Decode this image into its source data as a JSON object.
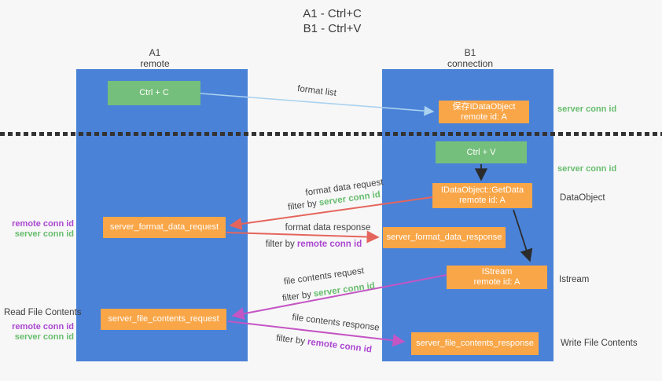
{
  "title": {
    "line1": "A1 - Ctrl+C",
    "line2": "B1 - Ctrl+V"
  },
  "lanes": {
    "left": {
      "name": "A1",
      "role": "remote"
    },
    "right": {
      "name": "B1",
      "role": "connection"
    }
  },
  "boxes": {
    "ctrl_c": {
      "label": "Ctrl + C"
    },
    "ctrl_v": {
      "label": "Ctrl + V"
    },
    "save_idataobject": {
      "line1": "保存IDataObject",
      "line2": "remote id: A"
    },
    "getdata": {
      "line1": "IDataObject::GetData",
      "line2": "remote id: A"
    },
    "istream": {
      "line1": "IStream",
      "line2": "remote id: A"
    },
    "format_request": {
      "label": "server_format_data_request"
    },
    "format_response": {
      "label": "server_format_data_response"
    },
    "file_request": {
      "label": "server_file_contents_request"
    },
    "file_response": {
      "label": "server_file_contents_response"
    }
  },
  "side_labels": {
    "server_conn_id_top": "server conn id",
    "server_conn_id_mid": "server conn id",
    "dataobject": "DataObject",
    "istream": "Istream",
    "write_file_contents": "Write File Contents",
    "read_file_contents": "Read File Contents",
    "remote_conn_id_1": "remote conn id",
    "server_conn_id_1": "server conn id",
    "remote_conn_id_2": "remote conn id",
    "server_conn_id_2": "server conn id"
  },
  "arrows": {
    "format_list": {
      "label": "format list"
    },
    "format_data_request": {
      "label": "format data request",
      "filter_prefix": "filter by",
      "filter_key": "server conn id"
    },
    "format_data_response": {
      "label": "format data response",
      "filter_prefix": "filter by",
      "filter_key": "remote conn id"
    },
    "file_contents_request": {
      "label": "file contents request",
      "filter_prefix": "filter by",
      "filter_key": "server conn id"
    },
    "file_contents_response": {
      "label": "file contents response",
      "filter_prefix": "filter by",
      "filter_key": "remote conn id"
    }
  },
  "colors": {
    "background": "#f7f7f7",
    "lane_blue": "#4a82d8",
    "box_green": "#75bf7c",
    "box_orange": "#f9a648",
    "arrow_light_blue": "#aad2ef",
    "arrow_red": "#e5655d",
    "arrow_magenta": "#c455c4",
    "arrow_black": "#2b2b2b",
    "text_green": "#67bd6e",
    "text_purple": "#ab47d1",
    "text_dark": "#3d3d3d"
  }
}
